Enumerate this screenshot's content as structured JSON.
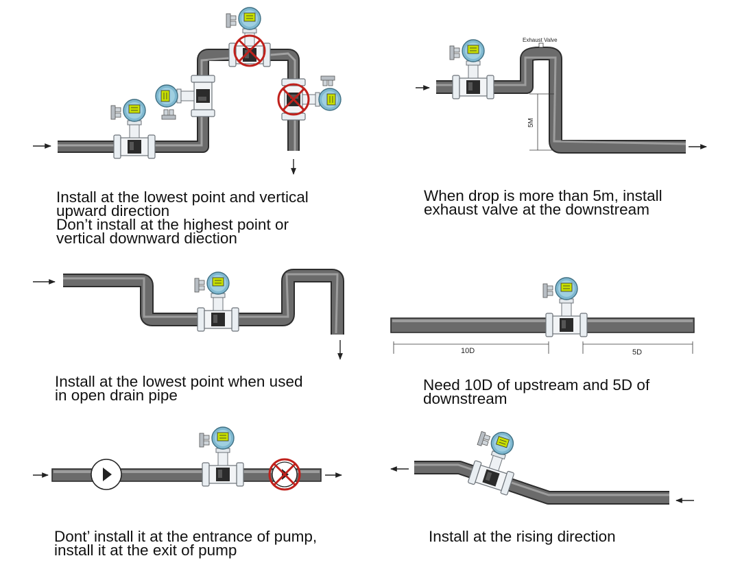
{
  "colors": {
    "pipe_fill": "#5c5c5c",
    "pipe_highlight": "#d8d8d8",
    "meter_head": "#7fb8d0",
    "meter_screen": "#c8e000",
    "prohibit": "#c0211c",
    "arrow": "#222222"
  },
  "icons": {
    "flowmeter": "electromagnetic-flowmeter-icon",
    "prohibited": "red-prohibited-circle-icon",
    "pump": "pump-icon",
    "exhaust_valve": "exhaust-valve-icon"
  },
  "panels": [
    {
      "id": "panel-1",
      "caption_lines": [
        "Install at the lowest point and vertical",
        "upward direction",
        "Don’t install at the highest point or",
        "vertical downward diection"
      ]
    },
    {
      "id": "panel-2",
      "caption_lines": [
        "When drop is more than 5m, install",
        "exhaust valve at the downstream"
      ],
      "labels": {
        "valve": "Exhaust Valve",
        "height": "5M"
      }
    },
    {
      "id": "panel-3",
      "caption_lines": [
        "Install at the lowest point when used",
        "in open drain pipe"
      ]
    },
    {
      "id": "panel-4",
      "caption_lines": [
        "Need 10D of upstream  and 5D of",
        "downstream"
      ],
      "labels": {
        "upstream": "10D",
        "downstream": "5D"
      }
    },
    {
      "id": "panel-5",
      "caption_lines": [
        "Dont’ install it at the entrance of pump,",
        "install it at the exit of pump"
      ]
    },
    {
      "id": "panel-6",
      "caption_lines": [
        "Install at the rising direction"
      ]
    }
  ]
}
